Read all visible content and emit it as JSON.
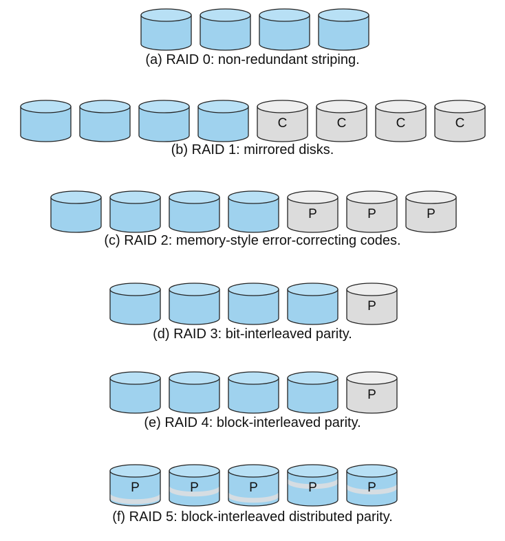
{
  "colors": {
    "data_disk": "#9fd2ee",
    "data_disk_top": "#b8e0f5",
    "check_disk": "#dcdcdc",
    "check_disk_top": "#eeeeee",
    "parity_band": "#d6dde2",
    "outline": "#222222"
  },
  "rows": [
    {
      "name": "raid-0",
      "caption": "(a) RAID 0: non-redundant striping.",
      "disks": [
        {
          "kind": "data",
          "label": ""
        },
        {
          "kind": "data",
          "label": ""
        },
        {
          "kind": "data",
          "label": ""
        },
        {
          "kind": "data",
          "label": ""
        }
      ]
    },
    {
      "name": "raid-1",
      "caption": "(b) RAID 1: mirrored disks.",
      "disks": [
        {
          "kind": "data",
          "label": ""
        },
        {
          "kind": "data",
          "label": ""
        },
        {
          "kind": "data",
          "label": ""
        },
        {
          "kind": "data",
          "label": ""
        },
        {
          "kind": "check",
          "label": "C"
        },
        {
          "kind": "check",
          "label": "C"
        },
        {
          "kind": "check",
          "label": "C"
        },
        {
          "kind": "check",
          "label": "C"
        }
      ]
    },
    {
      "name": "raid-2",
      "caption": "(c) RAID 2: memory-style error-correcting codes.",
      "disks": [
        {
          "kind": "data",
          "label": ""
        },
        {
          "kind": "data",
          "label": ""
        },
        {
          "kind": "data",
          "label": ""
        },
        {
          "kind": "data",
          "label": ""
        },
        {
          "kind": "check",
          "label": "P"
        },
        {
          "kind": "check",
          "label": "P"
        },
        {
          "kind": "check",
          "label": "P"
        }
      ]
    },
    {
      "name": "raid-3",
      "caption": "(d) RAID 3: bit-interleaved parity.",
      "disks": [
        {
          "kind": "data",
          "label": ""
        },
        {
          "kind": "data",
          "label": ""
        },
        {
          "kind": "data",
          "label": ""
        },
        {
          "kind": "data",
          "label": ""
        },
        {
          "kind": "check",
          "label": "P"
        }
      ]
    },
    {
      "name": "raid-4",
      "caption": "(e) RAID 4: block-interleaved parity.",
      "disks": [
        {
          "kind": "data",
          "label": ""
        },
        {
          "kind": "data",
          "label": ""
        },
        {
          "kind": "data",
          "label": ""
        },
        {
          "kind": "data",
          "label": ""
        },
        {
          "kind": "check",
          "label": "P"
        }
      ]
    },
    {
      "name": "raid-5",
      "caption": "(f) RAID 5: block-interleaved distributed parity.",
      "disks": [
        {
          "kind": "distributed",
          "label": "P"
        },
        {
          "kind": "distributed",
          "label": "P"
        },
        {
          "kind": "distributed",
          "label": "P"
        },
        {
          "kind": "distributed",
          "label": "P"
        },
        {
          "kind": "distributed",
          "label": "P"
        }
      ]
    }
  ]
}
